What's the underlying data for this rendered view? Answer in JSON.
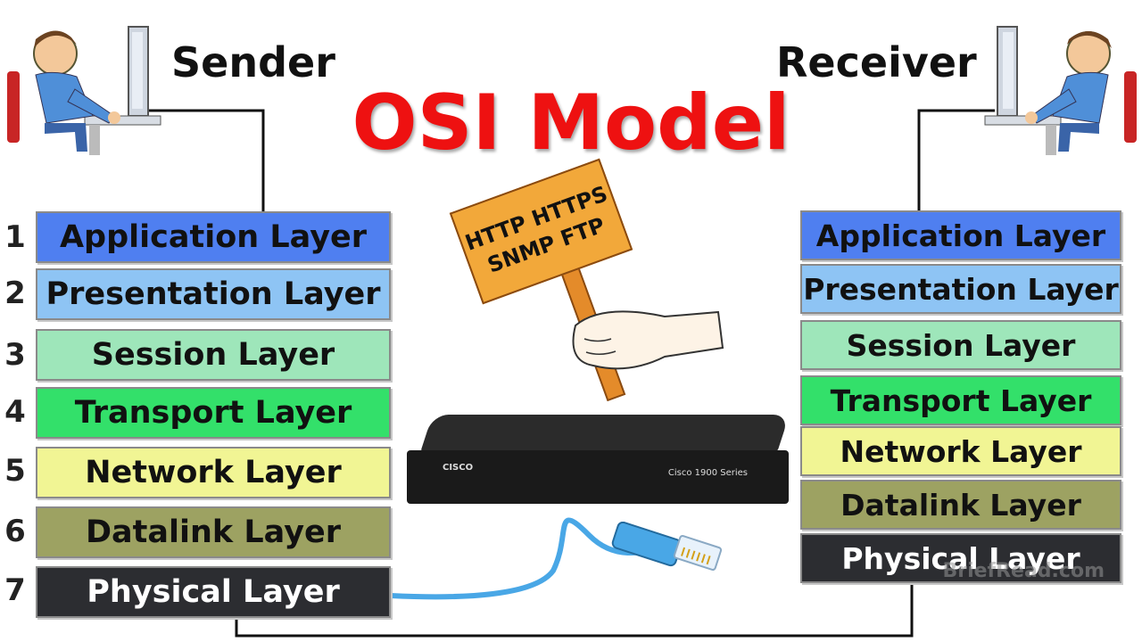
{
  "title": "OSI Model",
  "sender_label": "Sender",
  "receiver_label": "Receiver",
  "layer_numbers": [
    "1",
    "2",
    "3",
    "4",
    "5",
    "6",
    "7"
  ],
  "left_layers": [
    {
      "label": "Application Layer",
      "color": "#4f7ff0"
    },
    {
      "label": "Presentation Layer",
      "color": "#8ec4f4"
    },
    {
      "label": "Session Layer",
      "color": "#9ee6ba"
    },
    {
      "label": "Transport Layer",
      "color": "#33e06a"
    },
    {
      "label": "Network Layer",
      "color": "#f1f594"
    },
    {
      "label": "Datalink Layer",
      "color": "#9da262"
    },
    {
      "label": "Physical Layer",
      "color": "#2c2d31",
      "text_color": "#ffffff"
    }
  ],
  "right_layers": [
    {
      "label": "Application Layer",
      "color": "#4f7ff0"
    },
    {
      "label": "Presentation Layer",
      "color": "#8ec4f4"
    },
    {
      "label": "Session Layer",
      "color": "#9ee6ba"
    },
    {
      "label": "Transport Layer",
      "color": "#33e06a"
    },
    {
      "label": "Network Layer",
      "color": "#f1f594"
    },
    {
      "label": "Datalink Layer",
      "color": "#9da262"
    },
    {
      "label": "Physical Layer",
      "color": "#2c2d31",
      "text_color": "#ffffff"
    }
  ],
  "sign": {
    "line1": "HTTP  HTTPS",
    "line2": "SNMP  FTP",
    "color": "#f2a83a"
  },
  "router": {
    "brand": "CISCO",
    "model": "Cisco 1900 Series"
  },
  "watermark": "BriefRead.com",
  "icons": [
    "person-at-computer",
    "router",
    "ethernet-cable",
    "hand-holding-sign"
  ]
}
